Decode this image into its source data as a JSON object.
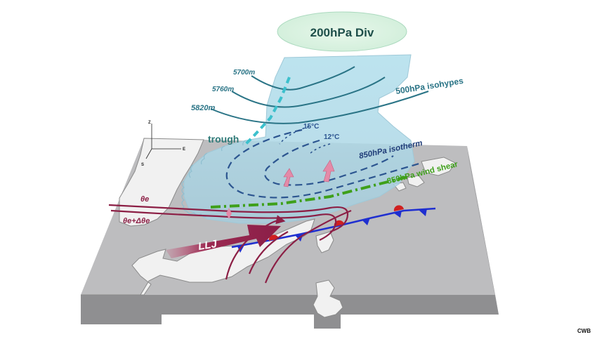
{
  "labels": {
    "div": "200hPa Div",
    "isohypse_5700": "5700m",
    "isohypse_5760": "5760m",
    "isohypse_5820": "5820m",
    "isohypses": "500hPa isohypes",
    "trough": "trough",
    "temp_15": "15°C",
    "temp_12": "12°C",
    "isotherm": "850hPa isotherm",
    "wind_shear": "850hPa wind shear",
    "theta_e": "θe",
    "theta_e_delta": "θe+Δθe",
    "llj": "LLJ",
    "credit": "CWB"
  },
  "axes": {
    "z": "Z",
    "e": "E",
    "s": "S"
  },
  "colors": {
    "cloud": "#a9d6e6",
    "div_ellipse": "#d8f0e0",
    "isohypse": "#2a7486",
    "trough": "#3cc0cc",
    "isotherm": "#2c5590",
    "wind_shear": "#3ea01a",
    "theta": "#8c1f45",
    "front": "#1f2fd0",
    "front_warm": "#d01f1f",
    "platform_top": "#b8b8ba",
    "platform_side": "#8e8e90",
    "land": "#efefef"
  }
}
